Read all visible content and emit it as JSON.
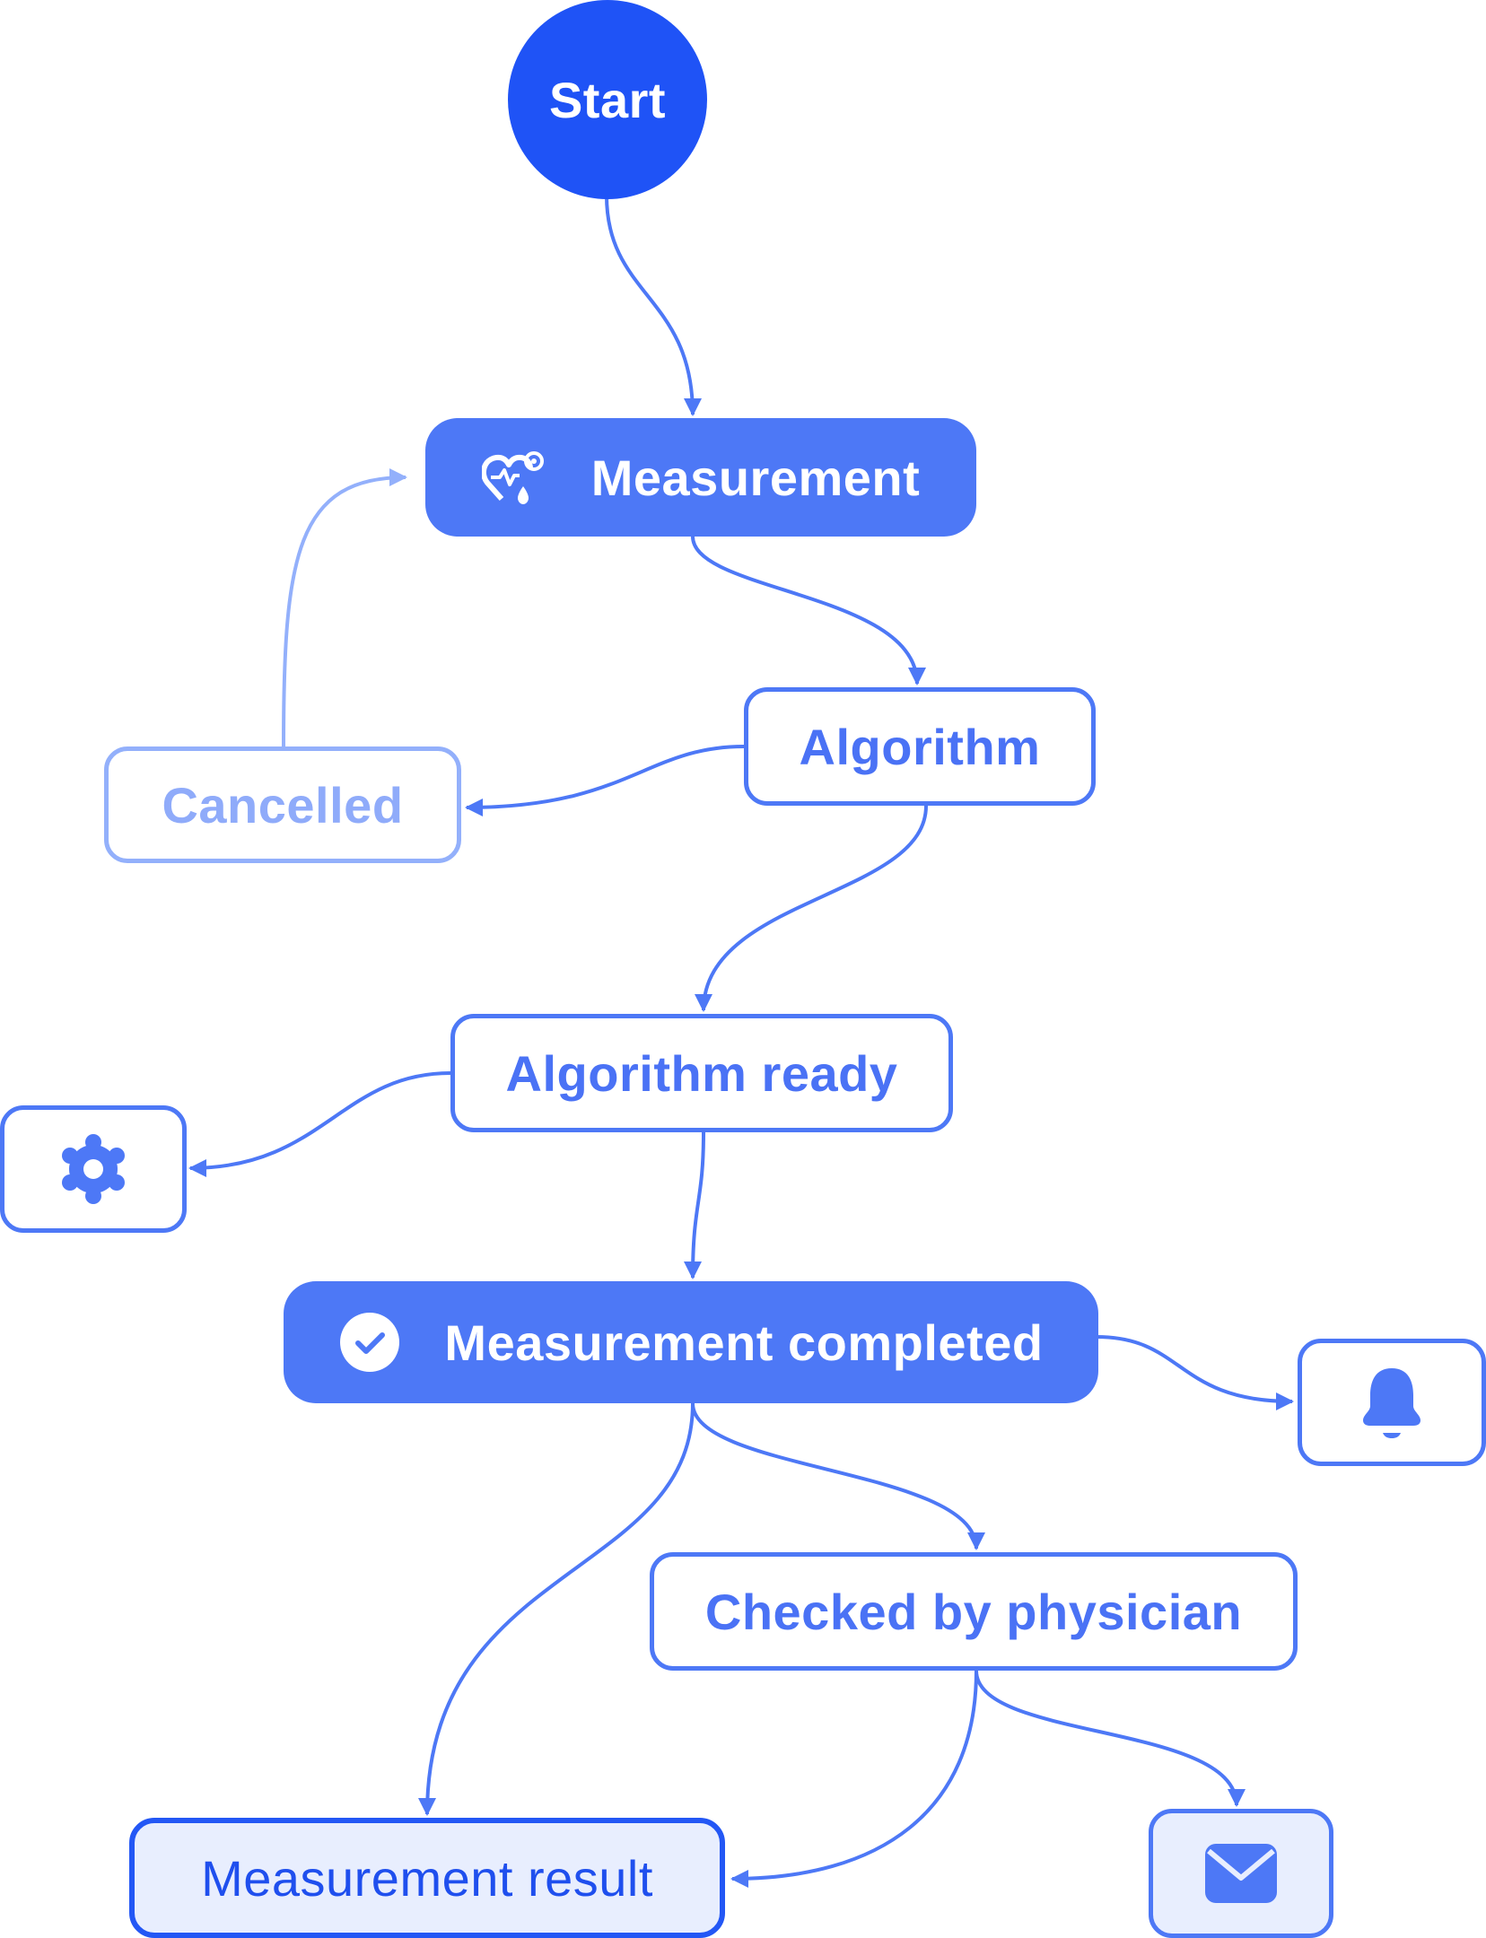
{
  "nodes": {
    "start": "Start",
    "measurement": "Measurement",
    "algorithm": "Algorithm",
    "cancelled": "Cancelled",
    "algorithm_ready": "Algorithm ready",
    "measurement_completed": "Measurement completed",
    "checked_by_physician": "Checked by physician",
    "measurement_result": "Measurement result"
  },
  "icons": {
    "measurement": "heart-pulse-icon",
    "settings": "gear-icon",
    "completed": "check-circle-icon",
    "notification": "bell-icon",
    "message": "envelope-icon"
  },
  "colors": {
    "primary": "#4d78f6",
    "start": "#1f53f6",
    "muted": "#93b0fb",
    "result_fill": "#e8eefe",
    "result_border": "#2357f5"
  }
}
